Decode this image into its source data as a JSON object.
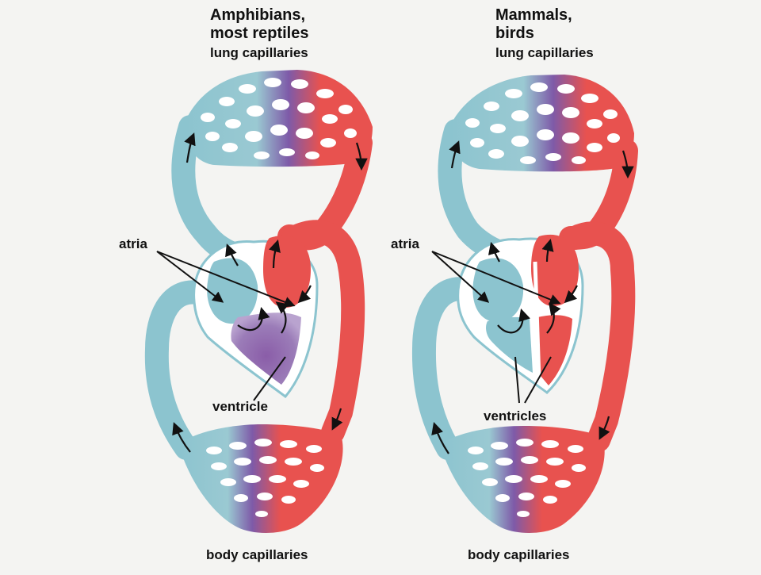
{
  "left_panel": {
    "title_line1": "Amphibians,",
    "title_line2": "most reptiles",
    "top_label": "lung capillaries",
    "atria_label": "atria",
    "ventricle_label": "ventricle",
    "bottom_label": "body capillaries"
  },
  "right_panel": {
    "title_line1": "Mammals,",
    "title_line2": "birds",
    "top_label": "lung capillaries",
    "atria_label": "atria",
    "ventricle_label": "ventricles",
    "bottom_label": "body capillaries"
  },
  "colors": {
    "oxygen_poor": "#8cc4cf",
    "oxygen_rich": "#e8524f",
    "mixed": "#7e5aa8",
    "background": "#f4f4f2"
  }
}
